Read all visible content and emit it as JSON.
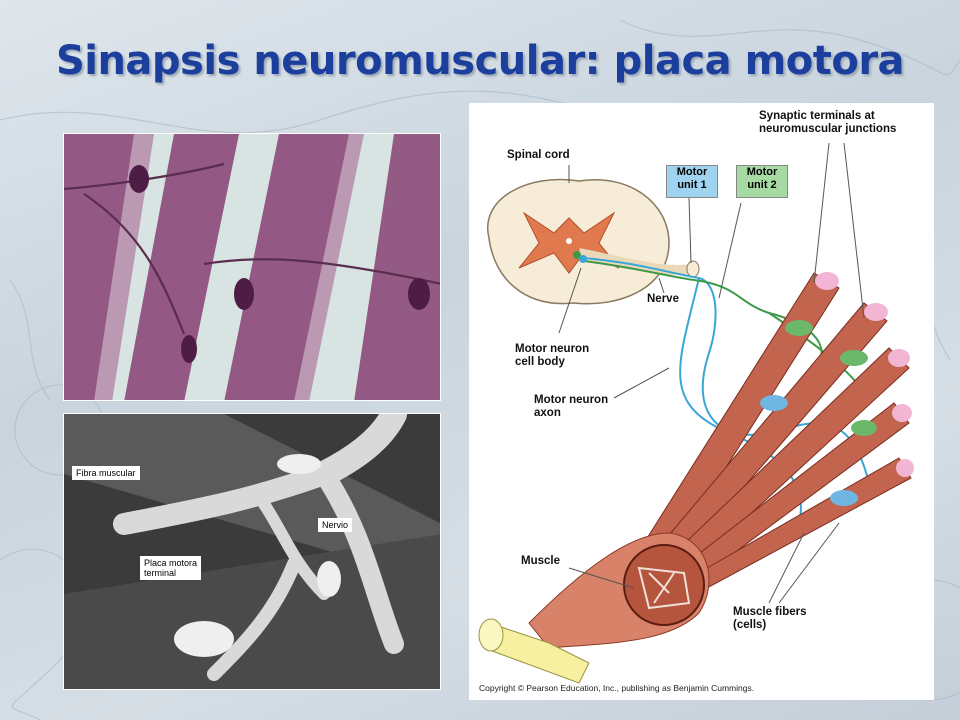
{
  "slide": {
    "title": "Sinapsis neuromuscular: placa motora"
  },
  "sem_labels": {
    "fibra": "Fibra muscular",
    "nervio": "Nervio",
    "placa": "Placa motora\nterminal"
  },
  "diagram": {
    "spinal_cord": "Spinal cord",
    "motor_unit_1": "Motor\nunit 1",
    "motor_unit_2": "Motor\nunit 2",
    "synaptic": "Synaptic terminals at\nneuromuscular junctions",
    "nerve": "Nerve",
    "cell_body": "Motor neuron\ncell body",
    "axon": "Motor neuron\naxon",
    "muscle": "Muscle",
    "fibers": "Muscle fibers\n(cells)",
    "copyright": "Copyright © Pearson Education, Inc., publishing as Benjamin Cummings."
  },
  "colors": {
    "title": "#1c3f9e",
    "unit1_box": "#9fd3ef",
    "unit2_box": "#a7d9a2",
    "unit1_axon": "#3aa6d8",
    "unit2_axon": "#3e9a48",
    "muscle": "#c2644e",
    "gray_matter": "#e07a4e"
  }
}
